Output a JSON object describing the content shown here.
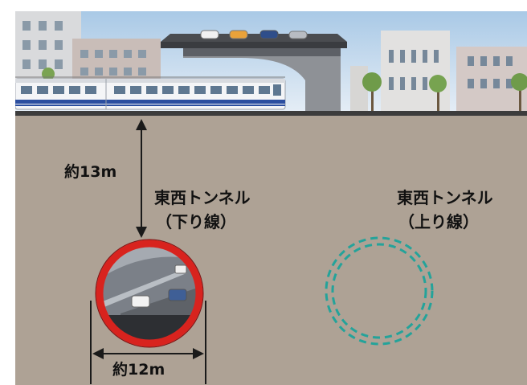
{
  "labels": {
    "depth": "約13m",
    "down_tunnel_title": "東西トンネル",
    "down_tunnel_sub": "（下り線）",
    "up_tunnel_title": "東西トンネル",
    "up_tunnel_sub": "（上り線）",
    "width": "約12m"
  },
  "colors": {
    "sky": "#c9def0",
    "ground": "#aea295",
    "ground_line": "#3c3c3c",
    "tunnel_ring": "#d8231e",
    "planned_tunnel": "#24a39a",
    "dimension_line": "#1a1a1a"
  },
  "icons": {
    "train": "train-icon",
    "car": "car-icon",
    "tree": "tree-icon",
    "arrow": "double-arrow-icon"
  }
}
